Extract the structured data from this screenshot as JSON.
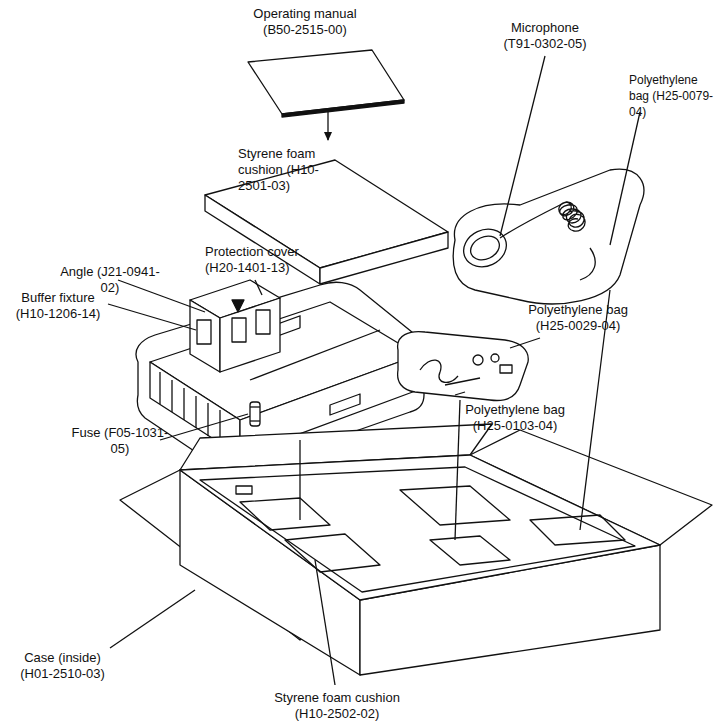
{
  "diagram": {
    "labels": [
      "Operating manual (B50-2515-00)",
      "Styrene foam cushion (H10-2501-03)",
      "Microphone (T91-0302-05)",
      "Polyethylene bag (H25-0079-04)",
      "Angle (J21-0941-02)",
      "Protection cover (H20-1401-13)",
      "Buffer fixture (H10-1206-14)",
      "Polyethylene bag (H25-0029-04)",
      "Polyethylene bag (H25-0103-04)",
      "Fuse (F05-1031-05)",
      "Case (inside) (H01-2510-03)",
      "Styrene foam cushion (H10-2502-02)"
    ]
  }
}
